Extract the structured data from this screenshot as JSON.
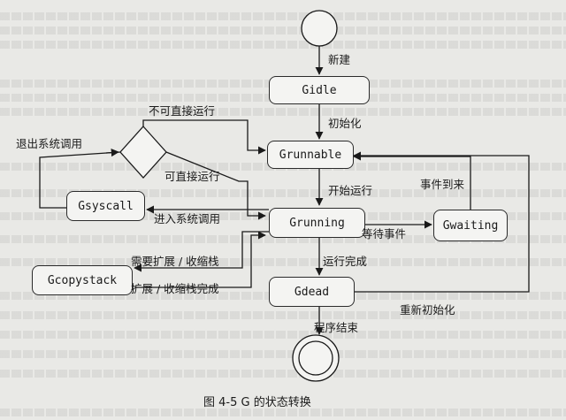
{
  "nodes": {
    "gidle": "Gidle",
    "grunnable": "Grunnable",
    "grunning": "Grunning",
    "gdead": "Gdead",
    "gsyscall": "Gsyscall",
    "gwaiting": "Gwaiting",
    "gcopystack": "Gcopystack"
  },
  "labels": {
    "create": "新建",
    "init": "初始化",
    "not_direct_run": "不可直接运行",
    "direct_run": "可直接运行",
    "exit_syscall": "退出系统调用",
    "start_run": "开始运行",
    "event_arrive": "事件到来",
    "enter_syscall": "进入系统调用",
    "wait_event": "等待事件",
    "need_expand": "需要扩展 / 收缩栈",
    "expand_done": "扩展 / 收缩栈完成",
    "run_done": "运行完成",
    "reinit": "重新初始化",
    "exit_program": "程序结束"
  },
  "caption": "图 4-5    G 的状态转换"
}
